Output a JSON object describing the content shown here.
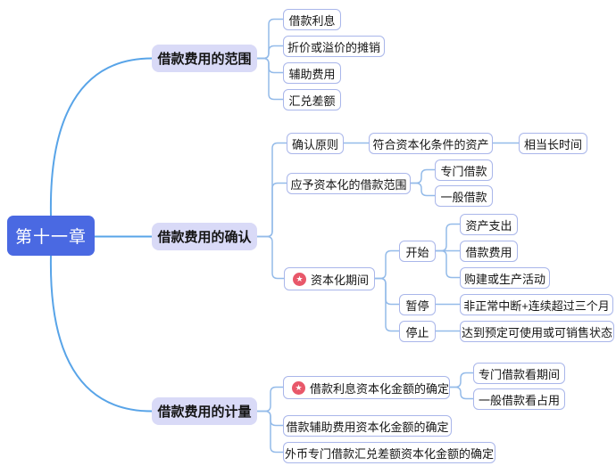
{
  "root": {
    "label": "第十一章"
  },
  "branches": [
    {
      "label": "借款费用的范围",
      "children": [
        {
          "label": "借款利息"
        },
        {
          "label": "折价或溢价的摊销"
        },
        {
          "label": "辅助费用"
        },
        {
          "label": "汇兑差额"
        }
      ]
    },
    {
      "label": "借款费用的确认",
      "children": [
        {
          "label": "确认原则",
          "children": [
            {
              "label": "符合资本化条件的资产",
              "children": [
                {
                  "label": "相当长时间"
                }
              ]
            }
          ]
        },
        {
          "label": "应予资本化的借款范围",
          "children": [
            {
              "label": "专门借款"
            },
            {
              "label": "一般借款"
            }
          ]
        },
        {
          "label": "资本化期间",
          "icon": "star",
          "children": [
            {
              "label": "开始",
              "children": [
                {
                  "label": "资产支出"
                },
                {
                  "label": "借款费用"
                },
                {
                  "label": "购建或生产活动"
                }
              ]
            },
            {
              "label": "暂停",
              "children": [
                {
                  "label": "非正常中断+连续超过三个月"
                }
              ]
            },
            {
              "label": "停止",
              "children": [
                {
                  "label": "达到预定可使用或可销售状态"
                }
              ]
            }
          ]
        }
      ]
    },
    {
      "label": "借款费用的计量",
      "children": [
        {
          "label": "借款利息资本化金额的确定",
          "icon": "star",
          "children": [
            {
              "label": "专门借款看期间"
            },
            {
              "label": "一般借款看占用"
            }
          ]
        },
        {
          "label": "借款辅助费用资本化金额的确定"
        },
        {
          "label": "外币专门借款汇兑差额资本化金额的确定"
        }
      ]
    }
  ],
  "icons": {
    "star_glyph": "★"
  },
  "colors": {
    "root_fill": "#4a69e2",
    "main_fill": "#d9daf7",
    "node_border": "#a9b6ea",
    "curve_blue": "#58a4e8",
    "conn_blue": "#94bbe9",
    "star_red": "#e8586a"
  }
}
